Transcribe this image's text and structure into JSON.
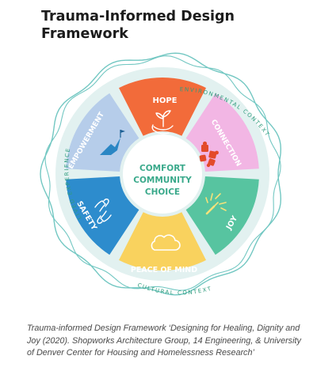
{
  "title": {
    "line1": "Trauma-Informed Design",
    "line2": "Framework"
  },
  "wheel": {
    "center_lines": [
      "COMFORT",
      "COMMUNITY",
      "CHOICE"
    ],
    "segments": [
      {
        "label": "HOPE",
        "icon": "sprout-in-hands-icon",
        "color": "#f26b3a"
      },
      {
        "label": "CONNECTION",
        "icon": "puzzle-pieces-icon",
        "color": "#f2b6e4"
      },
      {
        "label": "JOY",
        "icon": "party-popper-icon",
        "color": "#57c4a0"
      },
      {
        "label": "PEACE OF MIND",
        "icon": "cloud-icon",
        "color": "#f9d25e"
      },
      {
        "label": "SAFETY",
        "icon": "hands-icon",
        "color": "#2d8ccd"
      },
      {
        "label": "EMPOWERMENT",
        "icon": "mountain-flag-icon",
        "color": "#b6cdea"
      }
    ],
    "outer_labels": {
      "top_right": "ENVIRONMENTAL CONTEXT",
      "left": "LIVED EXPERIENCE",
      "bottom": "CULTURAL CONTEXT"
    },
    "colors": {
      "outer_ring": "#e2f1f0",
      "wave": "#72c7c2",
      "center_text": "#3aa98b",
      "ring_text": "#2f9c7d",
      "segment_text": "#ffffff"
    }
  },
  "caption": "Trauma-informed Design Framework ‘Designing for Healing, Dignity and Joy (2020). Shopworks Architecture Group, 14 Engineering, & University of Denver Center for Housing and Homelessness Research’"
}
